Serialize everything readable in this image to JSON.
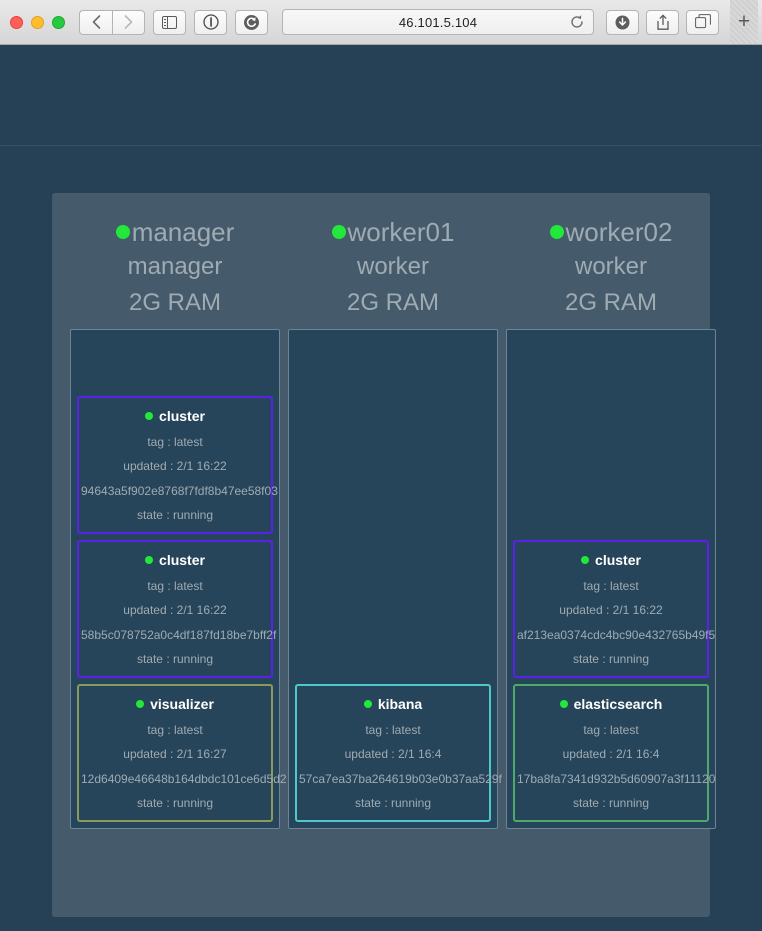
{
  "browser": {
    "traffic_lights": [
      "close",
      "minimize",
      "zoom"
    ],
    "back_label": "‹",
    "forward_label": "›",
    "url": "46.101.5.104",
    "new_tab_label": "+",
    "icons": [
      "sidebar-icon",
      "reader-icon",
      "privacy-icon",
      "reload-icon",
      "downloads-icon",
      "share-icon",
      "tabs-icon"
    ]
  },
  "colors": {
    "page_background": "#264055",
    "panel_background": "#455b6b",
    "column_background": "#27455a",
    "status_dot": "#21e83a",
    "cluster_border": "#5b21e8",
    "visualizer_border": "#8a9a5b",
    "kibana_border": "#4ec8c8",
    "elasticsearch_border": "#4fa96b",
    "text_muted": "#9fabb3"
  },
  "nodes": [
    {
      "name": "manager",
      "role": "manager",
      "ram": "2G RAM",
      "status": "up",
      "containers": [
        {
          "name": "cluster",
          "tag": "tag : latest",
          "updated": "updated : 2/1 16:22",
          "hash": "94643a5f902e8768f7fdf8b47ee58f03",
          "state": "state : running",
          "border": "#5b21e8"
        },
        {
          "name": "cluster",
          "tag": "tag : latest",
          "updated": "updated : 2/1 16:22",
          "hash": "58b5c078752a0c4df187fd18be7bff2f",
          "state": "state : running",
          "border": "#5b21e8"
        },
        {
          "name": "visualizer",
          "tag": "tag : latest",
          "updated": "updated : 2/1 16:27",
          "hash": "12d6409e46648b164dbdc101ce6d5d2",
          "state": "state : running",
          "border": "#8a9a5b"
        }
      ]
    },
    {
      "name": "worker01",
      "role": "worker",
      "ram": "2G RAM",
      "status": "up",
      "containers": [
        {
          "name": "kibana",
          "tag": "tag : latest",
          "updated": "updated : 2/1 16:4",
          "hash": "57ca7ea37ba264619b03e0b37aa529f",
          "state": "state : running",
          "border": "#4ec8c8"
        }
      ]
    },
    {
      "name": "worker02",
      "role": "worker",
      "ram": "2G RAM",
      "status": "up",
      "containers": [
        {
          "name": "cluster",
          "tag": "tag : latest",
          "updated": "updated : 2/1 16:22",
          "hash": "af213ea0374cdc4bc90e432765b49f5",
          "state": "state : running",
          "border": "#5b21e8"
        },
        {
          "name": "elasticsearch",
          "tag": "tag : latest",
          "updated": "updated : 2/1 16:4",
          "hash": "17ba8fa7341d932b5d60907a3f11120",
          "state": "state : running",
          "border": "#4fa96b"
        }
      ]
    }
  ]
}
